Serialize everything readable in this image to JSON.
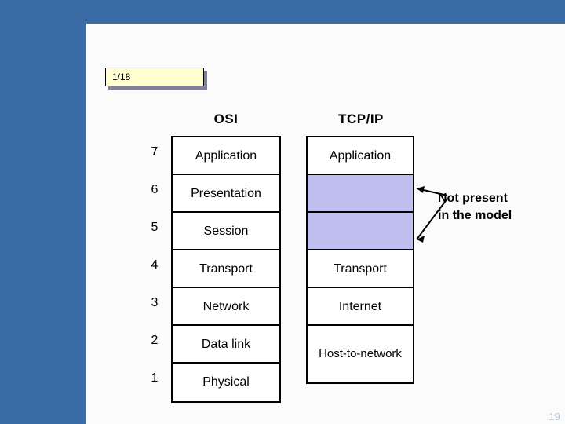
{
  "slide": {
    "chip_label": "1/18",
    "page_number": "19"
  },
  "diagram": {
    "osi": {
      "title": "OSI",
      "layer_numbers": [
        "7",
        "6",
        "5",
        "4",
        "3",
        "2",
        "1"
      ],
      "layers": [
        "Application",
        "Presentation",
        "Session",
        "Transport",
        "Network",
        "Data link",
        "Physical"
      ]
    },
    "tcpip": {
      "title": "TCP/IP",
      "layers": [
        "Application",
        "",
        "",
        "Transport",
        "Internet",
        "Host-to-network"
      ]
    },
    "note": {
      "line1": "Not present",
      "line2": "in the model"
    },
    "colors": {
      "blank_cell": "#bfbff0",
      "band": "#3a6ba5",
      "chip": "#ffffcf"
    }
  }
}
